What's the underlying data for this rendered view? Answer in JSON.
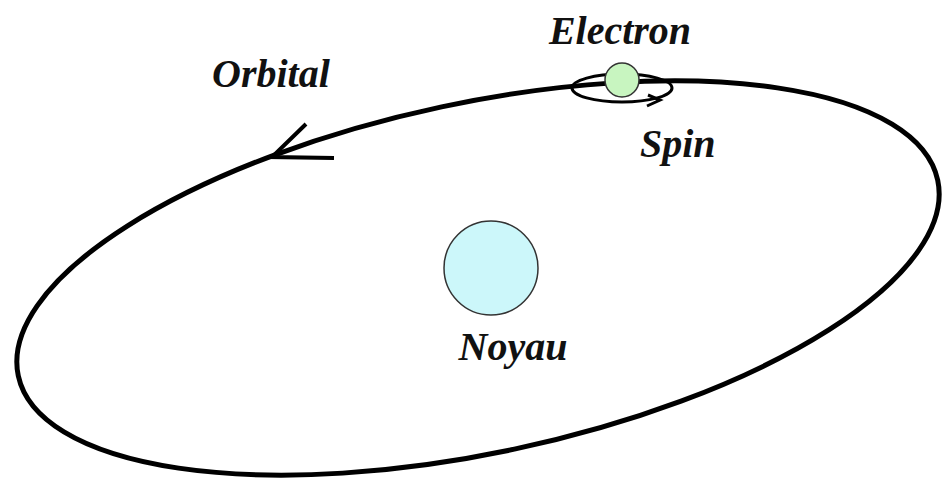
{
  "diagram": {
    "nodes": [
      {
        "text": [
          "Noyau"
        ]
      },
      {
        "text": [
          "Electron"
        ]
      }
    ],
    "labels": [
      "Orbital",
      "Spin"
    ]
  }
}
